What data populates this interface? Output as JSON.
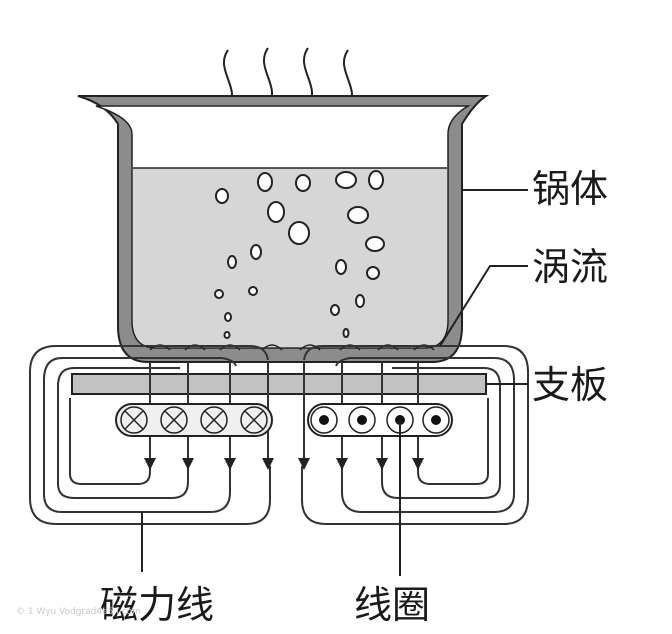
{
  "labels": {
    "pot_body": "锅体",
    "eddy_current": "涡流",
    "support_plate": "支板",
    "magnetic_lines": "磁力线",
    "coil": "线圈"
  },
  "watermark": "© 1 Wyu Vodgrad4e5 i com",
  "colors": {
    "pot_wall": "#8c8c8c",
    "liquid": "#d6d6d6",
    "plate": "#c2c2c2",
    "coil_cross_fill": "#f0f0f0",
    "coil_dot": "#111111"
  }
}
